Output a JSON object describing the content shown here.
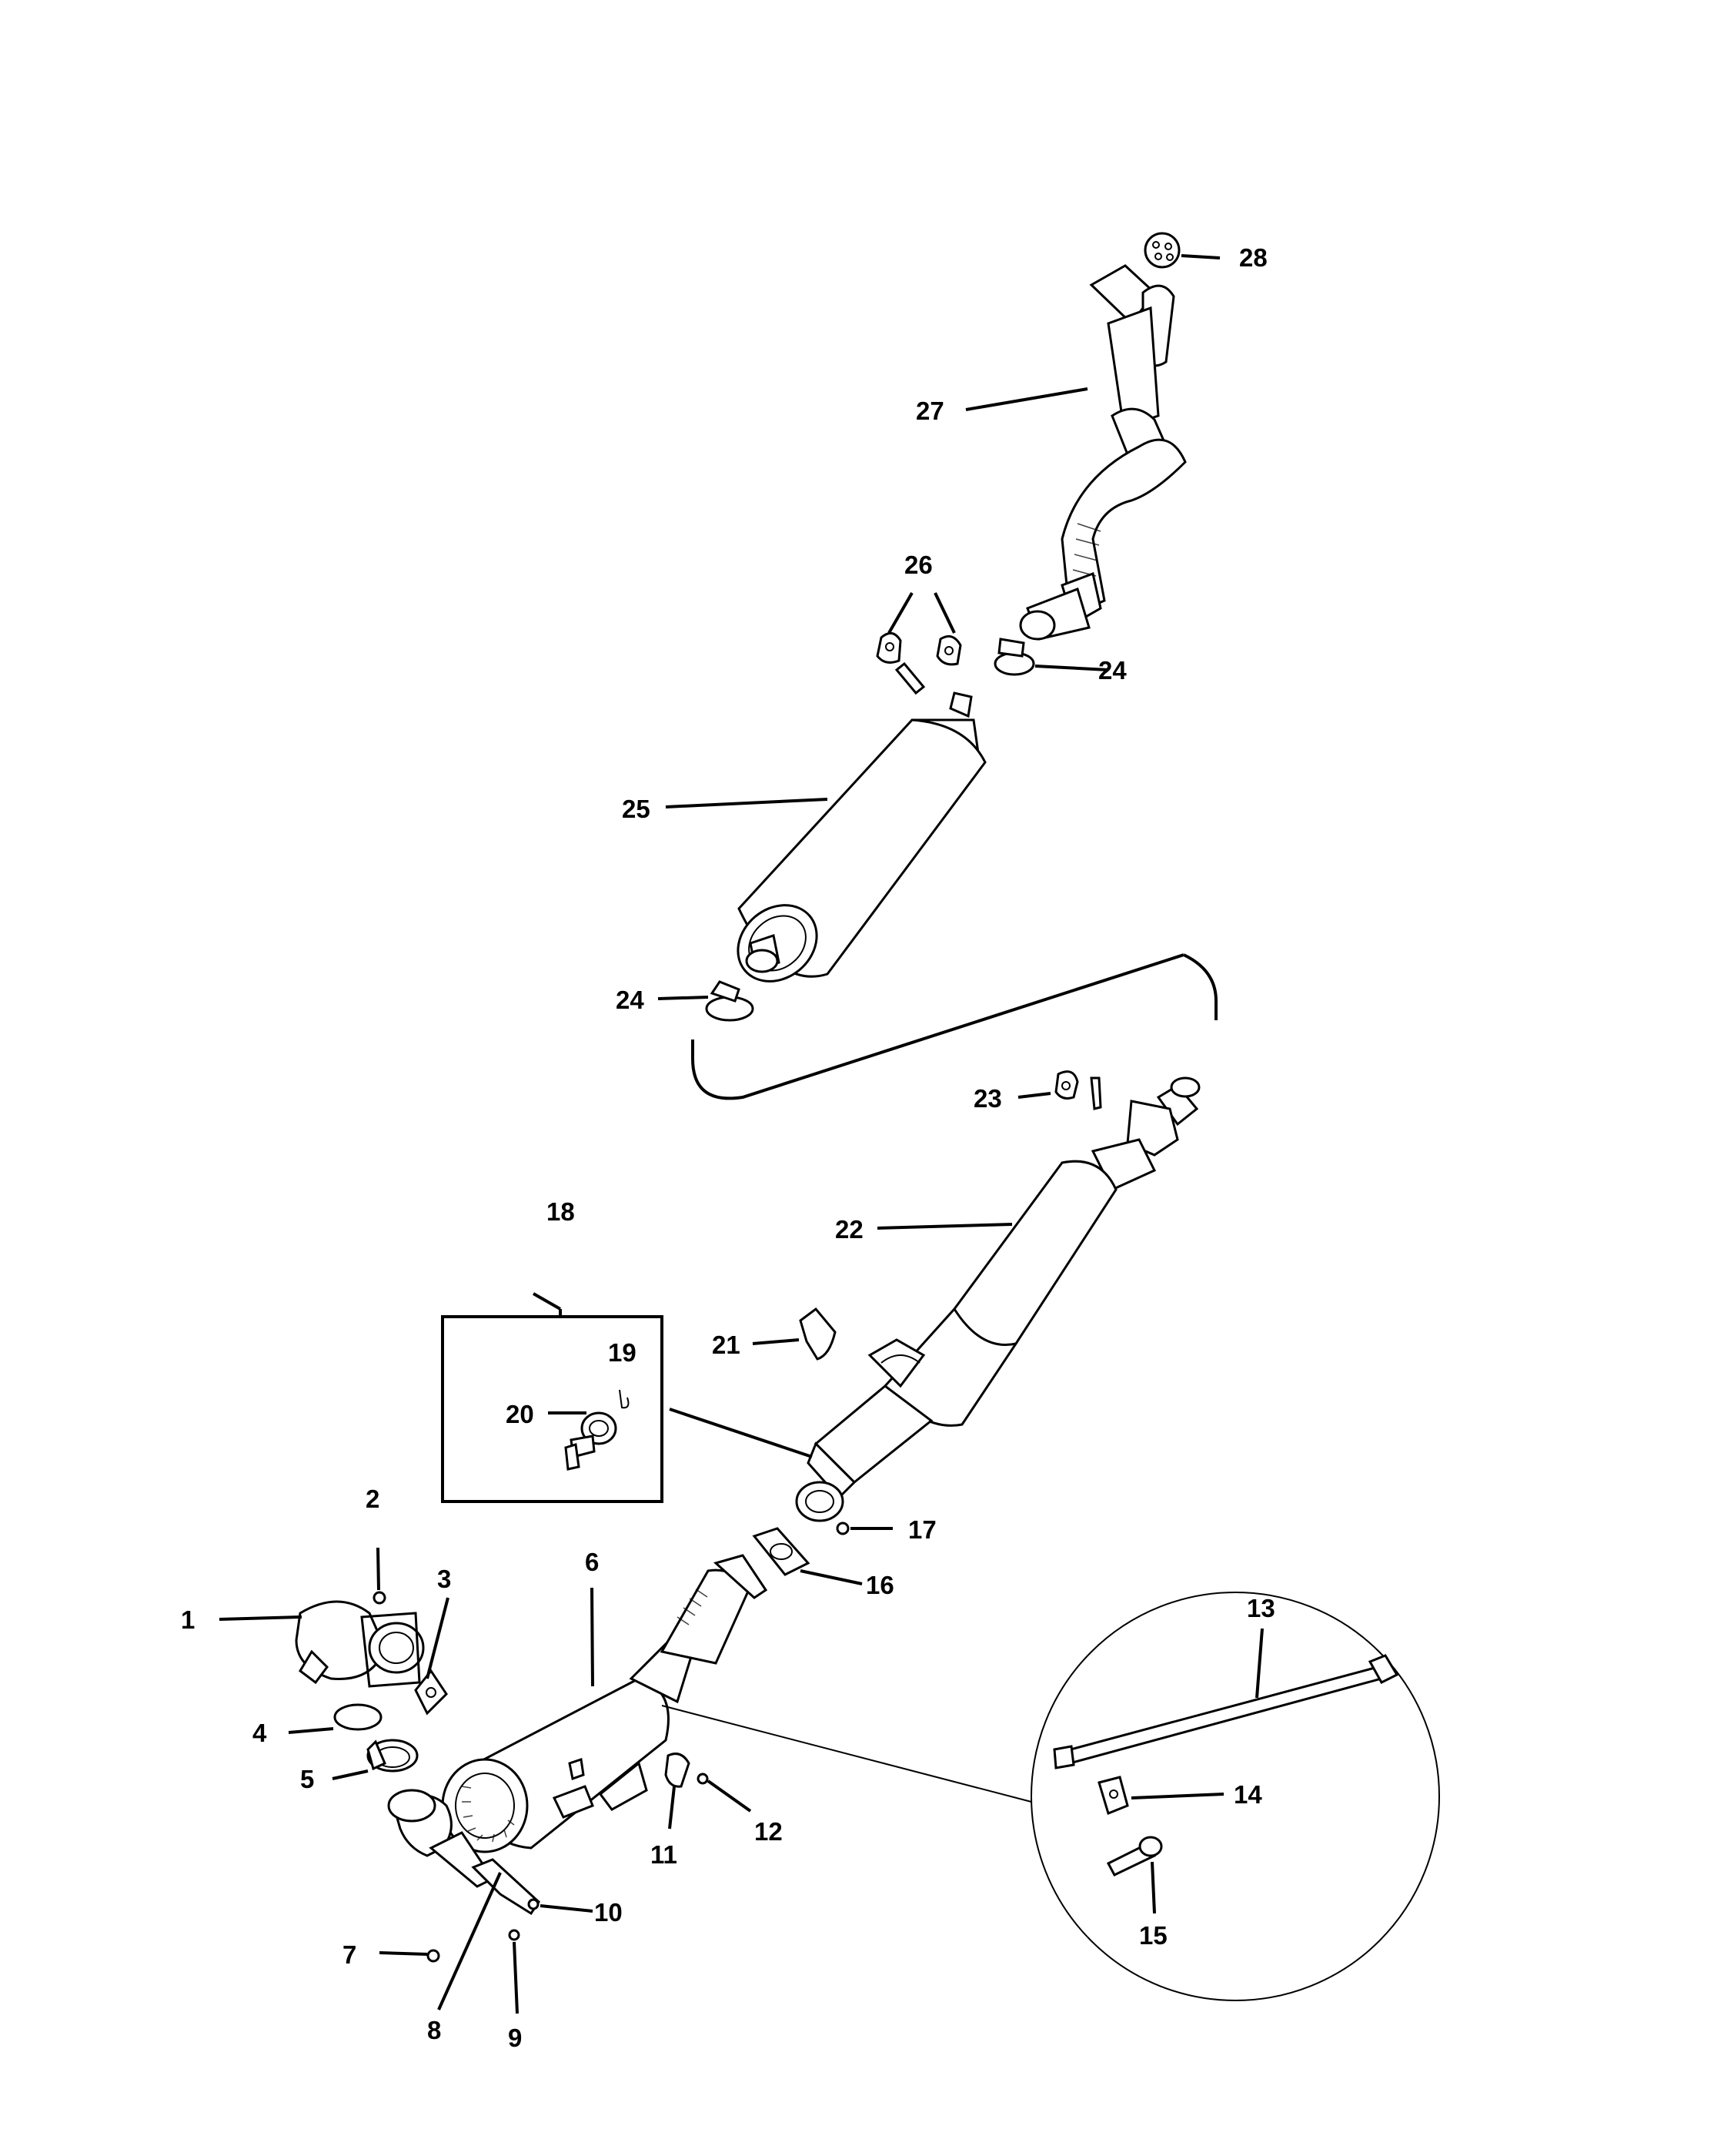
{
  "callouts": {
    "c1": "1",
    "c2": "2",
    "c3": "3",
    "c4": "4",
    "c5": "5",
    "c6": "6",
    "c7": "7",
    "c8": "8",
    "c9": "9",
    "c10": "10",
    "c11": "11",
    "c12": "12",
    "c13": "13",
    "c14": "14",
    "c15": "15",
    "c16": "16",
    "c17": "17",
    "c18": "18",
    "c19": "19",
    "c20": "20",
    "c21": "21",
    "c22": "22",
    "c23": "23",
    "c24a": "24",
    "c24b": "24",
    "c25": "25",
    "c26": "26",
    "c27": "27",
    "c28": "28"
  }
}
